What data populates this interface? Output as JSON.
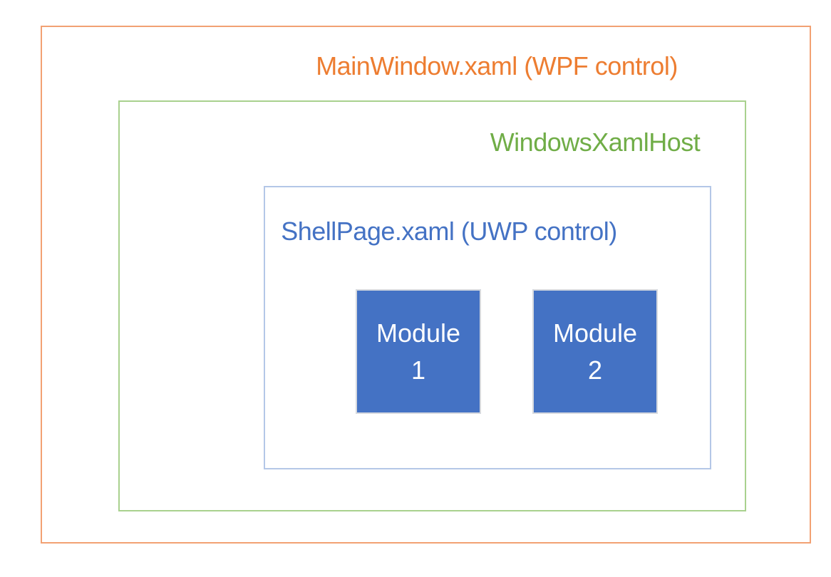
{
  "diagram": {
    "title": "MainWindow.xaml (WPF control)",
    "outer_box": {
      "label": "MainWindow.xaml (WPF control)",
      "text_color": "#ED7D31",
      "border_color": "#F2A173"
    },
    "host_box": {
      "label": "WindowsXamlHost",
      "text_color": "#70AD47",
      "border_color": "#A9D18E"
    },
    "shell_box": {
      "label": "ShellPage.xaml (UWP control)",
      "text_color": "#4472C4",
      "border_color": "#B4C7E7"
    },
    "modules": [
      {
        "lines": [
          "Module",
          "1"
        ],
        "fill": "#4472C4",
        "border_color": "#D6D9DE",
        "text_color": "#FFFFFF"
      },
      {
        "lines": [
          "Module",
          "2"
        ],
        "fill": "#4472C4",
        "border_color": "#D6D9DE",
        "text_color": "#FFFFFF"
      }
    ],
    "background": "#FFFFFF"
  }
}
